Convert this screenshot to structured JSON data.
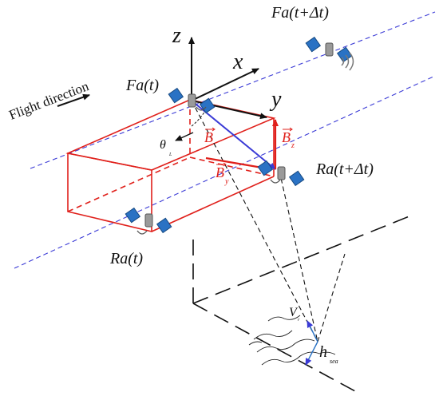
{
  "labels": {
    "fa_t": "Fa(t)",
    "fa_t_dt": "Fa(t+Δt)",
    "ra_t": "Ra(t)",
    "ra_t_dt": "Ra(t+Δt)",
    "flight_direction": "Flight direction",
    "axis_z": "z",
    "axis_x": "x",
    "axis_y": "y",
    "theta": "θ",
    "theta_sub": "L",
    "baseline": "B",
    "baseline_y": "B",
    "baseline_y_sub": "y",
    "baseline_z": "B",
    "baseline_z_sub": "z",
    "v": "V",
    "v_sub": "r",
    "h": "h",
    "h_sub": "sea"
  },
  "colors": {
    "box": "#e0201b",
    "baseline": "#3b3bd6",
    "orbit": "#3b3bd6",
    "axes": "#111111",
    "sat_panel": "#2a72c4"
  },
  "icons": [
    "satellite-icon",
    "wave-icon",
    "arrow-icon"
  ]
}
